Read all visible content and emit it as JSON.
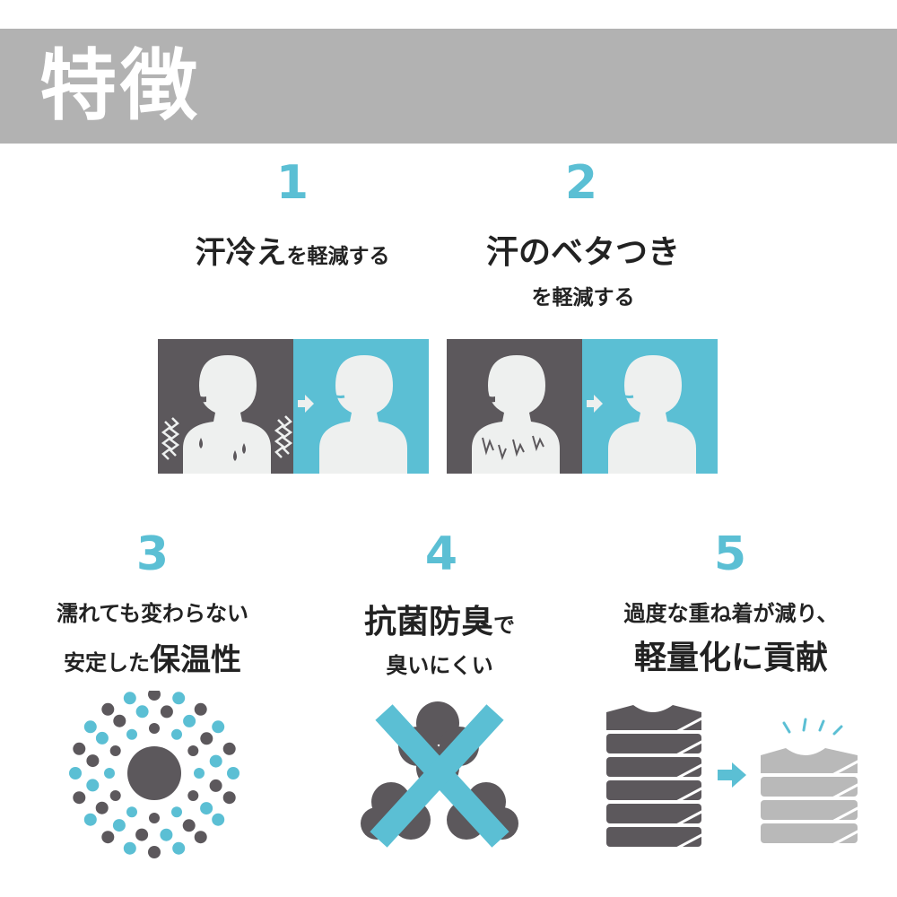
{
  "header": {
    "title": "特徴"
  },
  "features": [
    {
      "number": "1",
      "title_main": "汗冷え",
      "title_sub": "を軽減する"
    },
    {
      "number": "2",
      "title_main": "汗のベタつき",
      "title_sub": "を軽減する"
    },
    {
      "number": "3",
      "line1": "濡れても変わらない",
      "line2_small": "安定した",
      "line2_big": "保温性"
    },
    {
      "number": "4",
      "title_main": "抗菌防臭",
      "title_suffix": "で",
      "line2": "臭いにくい"
    },
    {
      "number": "5",
      "line1": "過度な重ね着が減り、",
      "line2": "軽量化に貢献"
    }
  ],
  "colors": {
    "accent": "#5bbfd4",
    "dark": "#5c585c",
    "header_bg": "#b2b2b2",
    "silhouette": "#eef0ef",
    "light_gray": "#b9b9b9"
  }
}
